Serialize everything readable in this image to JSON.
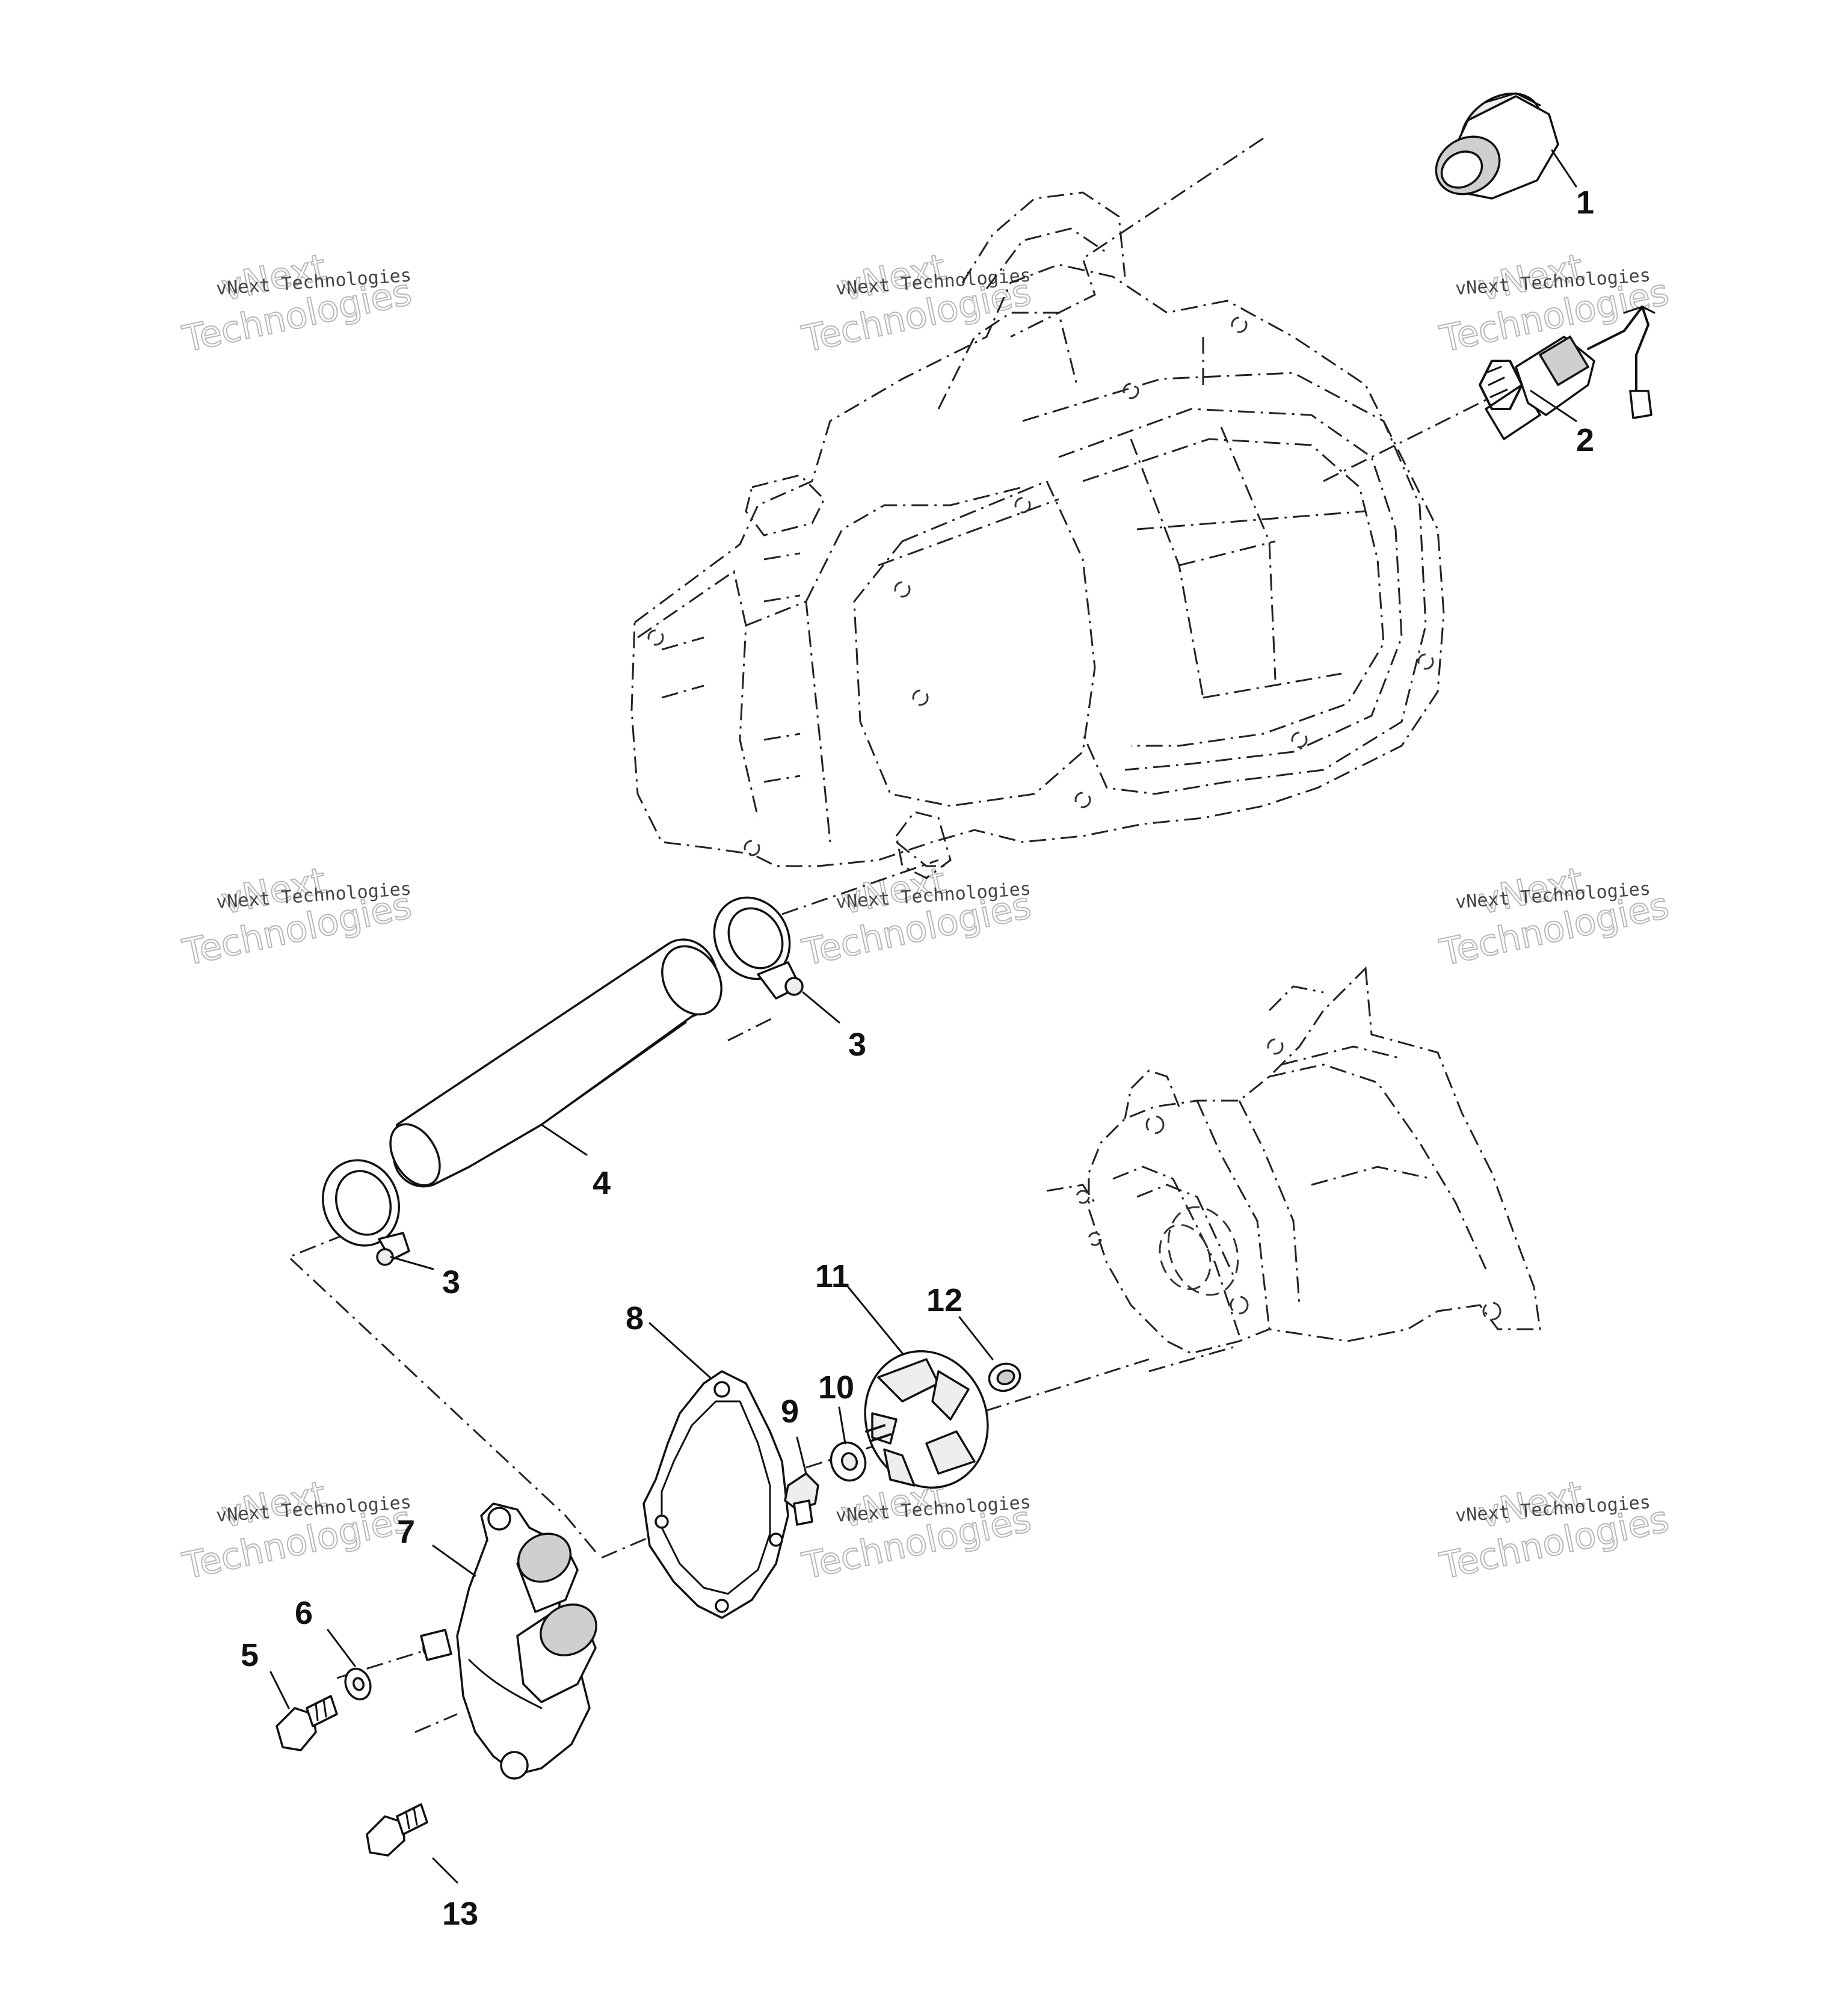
{
  "parts": [
    {
      "id": "part-1",
      "label": "1"
    },
    {
      "id": "part-2",
      "label": "2"
    },
    {
      "id": "part-3a",
      "label": "3"
    },
    {
      "id": "part-3b",
      "label": "3"
    },
    {
      "id": "part-4",
      "label": "4"
    },
    {
      "id": "part-5",
      "label": "5"
    },
    {
      "id": "part-6",
      "label": "6"
    },
    {
      "id": "part-7",
      "label": "7"
    },
    {
      "id": "part-8",
      "label": "8"
    },
    {
      "id": "part-9",
      "label": "9"
    },
    {
      "id": "part-10",
      "label": "10"
    },
    {
      "id": "part-11",
      "label": "11"
    },
    {
      "id": "part-12",
      "label": "12"
    },
    {
      "id": "part-13",
      "label": "13"
    }
  ],
  "watermark": {
    "line1": "vNext",
    "line2": "Technologies",
    "caption": "vNext Technologies"
  }
}
